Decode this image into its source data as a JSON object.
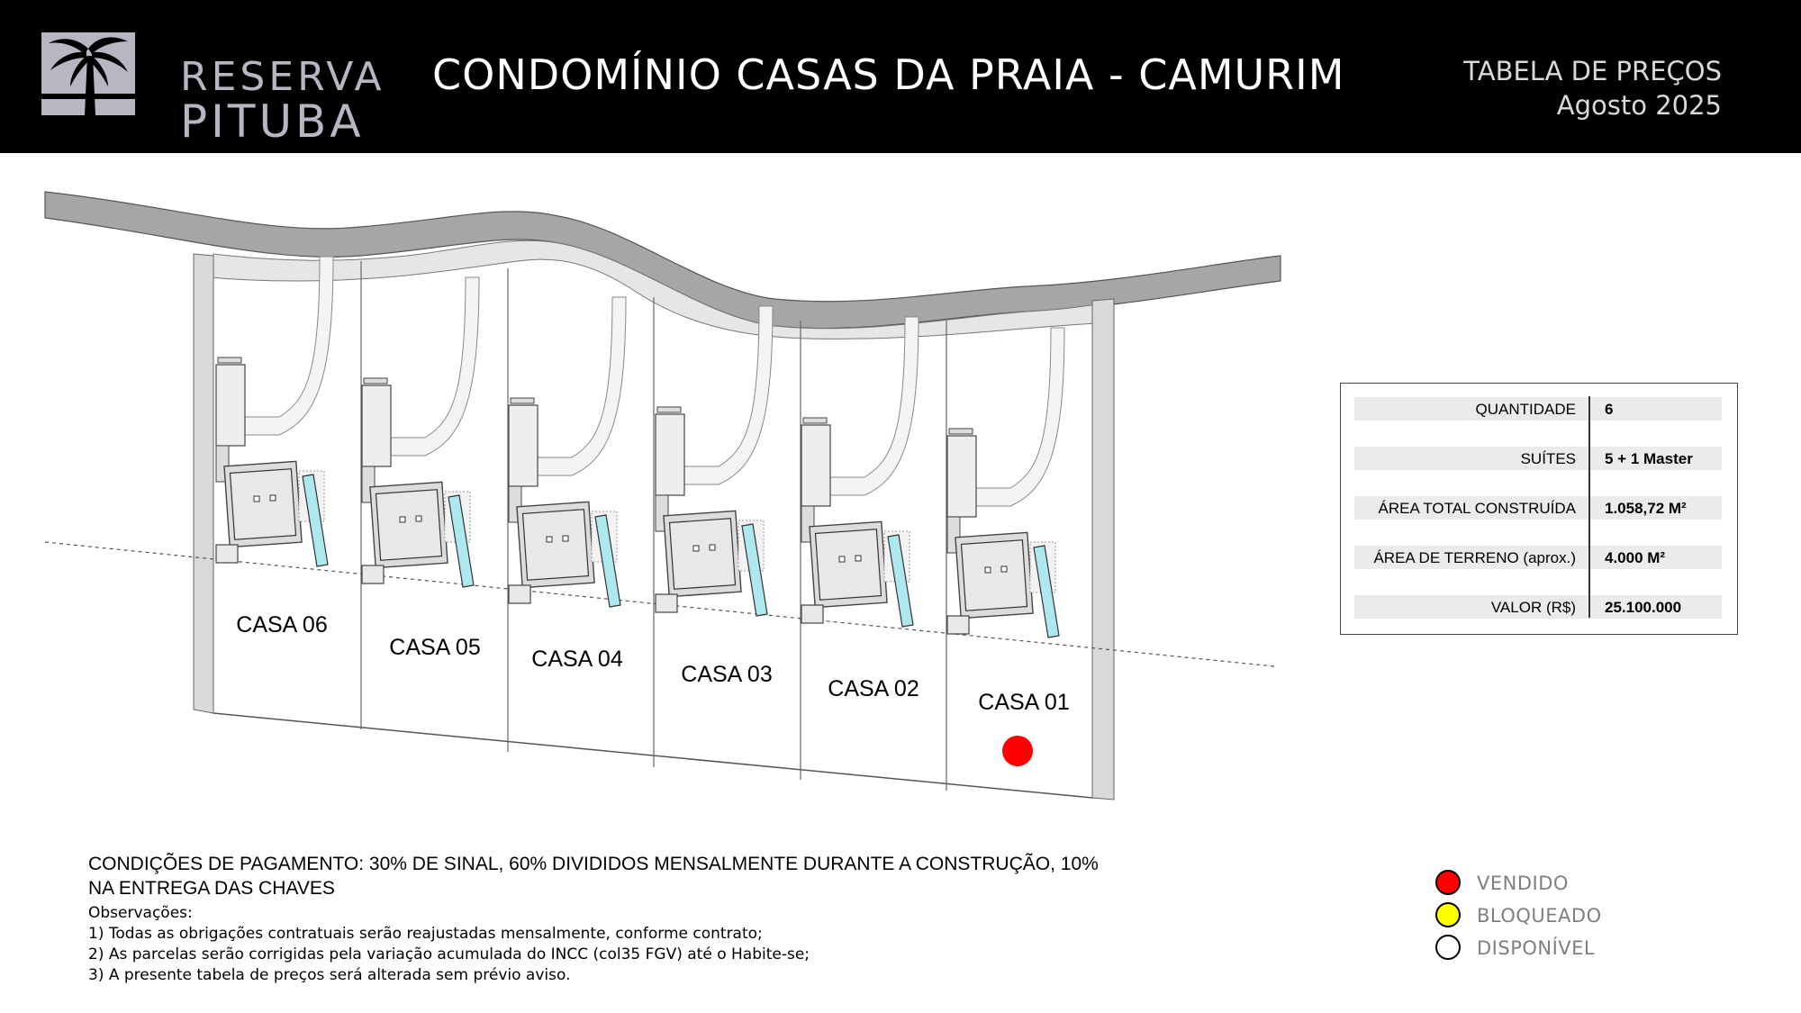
{
  "header": {
    "logo_line1": "RESERVA",
    "logo_line2": "PITUBA",
    "title": "CONDOMÍNIO CASAS DA PRAIA - CAMURIM",
    "table_title": "TABELA DE PREÇOS",
    "date": "Agosto 2025"
  },
  "houses": [
    {
      "label": "CASA 06",
      "status": "disponivel"
    },
    {
      "label": "CASA 05",
      "status": "disponivel"
    },
    {
      "label": "CASA 04",
      "status": "disponivel"
    },
    {
      "label": "CASA 03",
      "status": "disponivel"
    },
    {
      "label": "CASA 02",
      "status": "disponivel"
    },
    {
      "label": "CASA 01",
      "status": "vendido"
    }
  ],
  "info_table": [
    {
      "label": "QUANTIDADE",
      "value": "6"
    },
    {
      "label": "SUÍTES",
      "value": "5 + 1 Master"
    },
    {
      "label": "ÁREA TOTAL CONSTRUÍDA",
      "value": "1.058,72 M²"
    },
    {
      "label": "ÁREA DE TERRENO (aprox.)",
      "value": "4.000 M²"
    },
    {
      "label": "VALOR (R$)",
      "value": "25.100.000"
    }
  ],
  "payment": {
    "conditions": "CONDIÇÕES DE PAGAMENTO: 30% DE SINAL, 60% DIVIDIDOS MENSALMENTE DURANTE A CONSTRUÇÃO, 10% NA ENTREGA DAS CHAVES",
    "obs_title": "Observações:",
    "obs": [
      "1) Todas as obrigações contratuais serão reajustadas mensalmente, conforme contrato;",
      "2) As parcelas serão corrigidas pela variação acumulada do INCC (col35 FGV) até o Habite-se;",
      "3) A presente tabela de preços será alterada sem prévio aviso."
    ]
  },
  "legend": [
    {
      "label": "VENDIDO",
      "color": "#ff0000"
    },
    {
      "label": "BLOQUEADO",
      "color": "#ffff00"
    },
    {
      "label": "DISPONÍVEL",
      "color": "#ffffff"
    }
  ],
  "colors": {
    "sold_marker": "#ff0000",
    "pool": "#aee8ef",
    "road": "#a6a6a6"
  }
}
